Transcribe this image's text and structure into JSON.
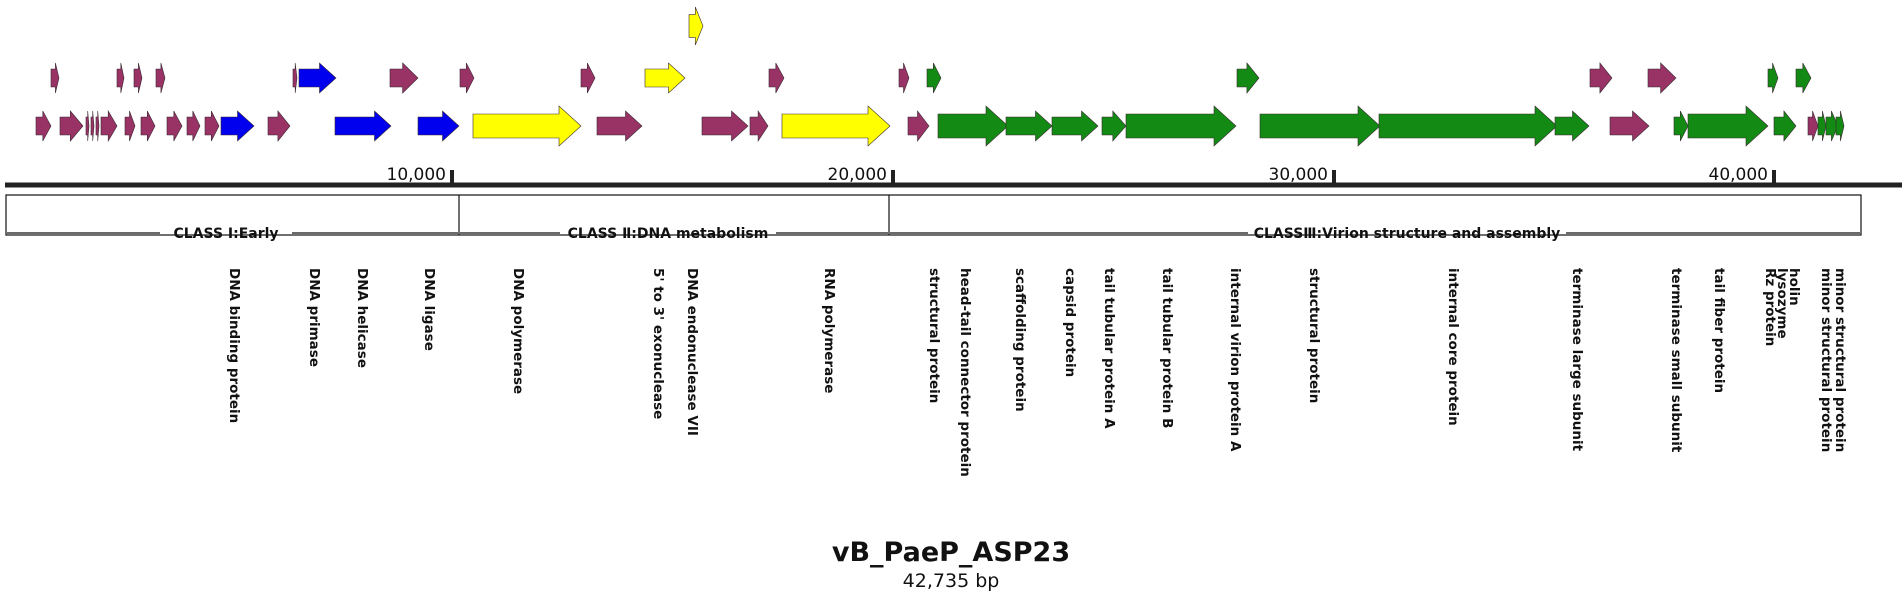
{
  "title": "vB_PaeP_ASP23",
  "subtitle": "42,735 bp",
  "colors": {
    "other": "#993366",
    "primase": "#0000ee",
    "polymerase": "#ffff00",
    "structure": "#138a13"
  },
  "axis": {
    "ticks": [
      {
        "value": 10000,
        "label": "10,000"
      },
      {
        "value": 20000,
        "label": "20,000"
      },
      {
        "value": 30000,
        "label": "30,000"
      },
      {
        "value": 40000,
        "label": "40,000"
      }
    ]
  },
  "classes": [
    {
      "label": "CLASS Ⅰ:Early"
    },
    {
      "label": "CLASS Ⅱ:DNA metabolism"
    },
    {
      "label": "CLASSⅢ:Virion structure and assembly"
    }
  ],
  "function_labels": [
    "DNA binding protein",
    "DNA primase",
    "DNA helicase",
    "DNA ligase",
    "DNA polymerase",
    "5' to 3' exonuclease",
    "DNA endonuclease VII",
    "RNA polymerase",
    "structural protein",
    "head-tail connector protein",
    "scaffolding protein",
    "capsid protein",
    "tail tubular protein A",
    "tail tubular protein B",
    "internal virion protein A",
    "structural protein",
    "internal core protein",
    "terminase large subunit",
    "terminase small subunit",
    "tail fiber protein",
    "Rz protein",
    "lysozyme",
    "holin",
    "minor structural protein",
    "minor structural protein"
  ]
}
